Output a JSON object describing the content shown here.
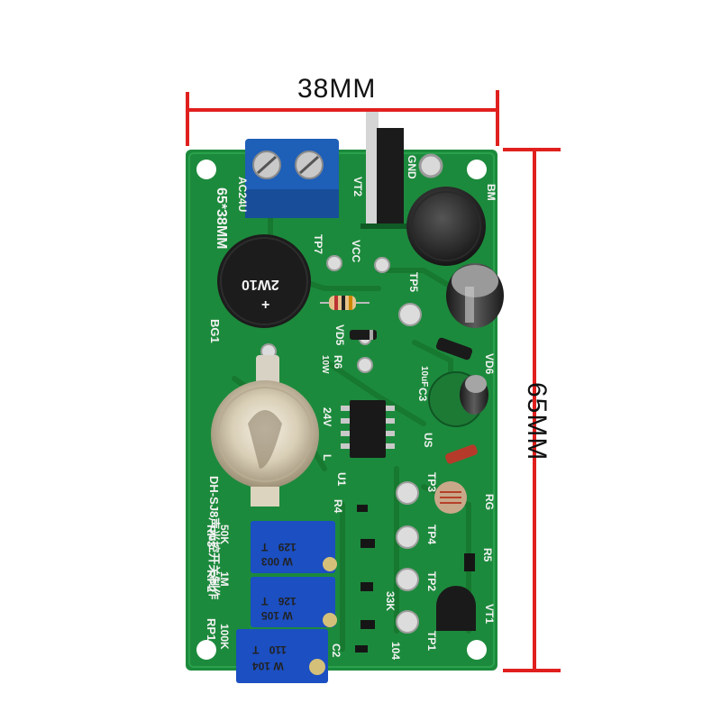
{
  "dimensions": {
    "width_label": "38MM",
    "height_label": "65MM"
  },
  "board": {
    "size_marking": "65*38MM",
    "model_marking": "DH-SJ8声光控开关制作",
    "labels": {
      "ac_input": "AC24U",
      "gnd": "GND",
      "vt2": "VT2",
      "bm": "BM",
      "tp7": "TP7",
      "vcc": "VCC",
      "tp5": "TP5",
      "bg1": "BG1",
      "vd5": "VD5",
      "r6_top": "R6",
      "vd6": "VD6",
      "c3": "C3",
      "c3_value": "10uF",
      "v24": "24V",
      "us": "US",
      "l": "L",
      "u1": "U1",
      "tp3": "TP3",
      "r4": "R4",
      "rg": "RG",
      "rp3": "RP3",
      "rp3_value": "50K",
      "tp4": "TP4",
      "r5": "R5",
      "rp2": "RP2",
      "rp2_value": "1M",
      "tp2": "TP2",
      "r33k": "33K",
      "vt1": "VT1",
      "rp1": "RP1",
      "rp1_value": "100K",
      "tp1": "TP1",
      "c2": "C2",
      "c2_value": "104",
      "r6_res": "10W"
    },
    "bridge_label": {
      "line1": "2W10",
      "line2": "+"
    },
    "pots": [
      {
        "code": "129",
        "series": "T",
        "extra": "W 003"
      },
      {
        "code": "126",
        "series": "T",
        "extra": "W 105"
      },
      {
        "code": "110",
        "series": "T",
        "extra": "W 104"
      }
    ]
  },
  "colors": {
    "pcb": "#1c8a3c",
    "pcb_dark": "#166e30",
    "dimension_line": "#e0201e",
    "terminal": "#1e5fb8",
    "trimmer": "#1b4fc2"
  }
}
